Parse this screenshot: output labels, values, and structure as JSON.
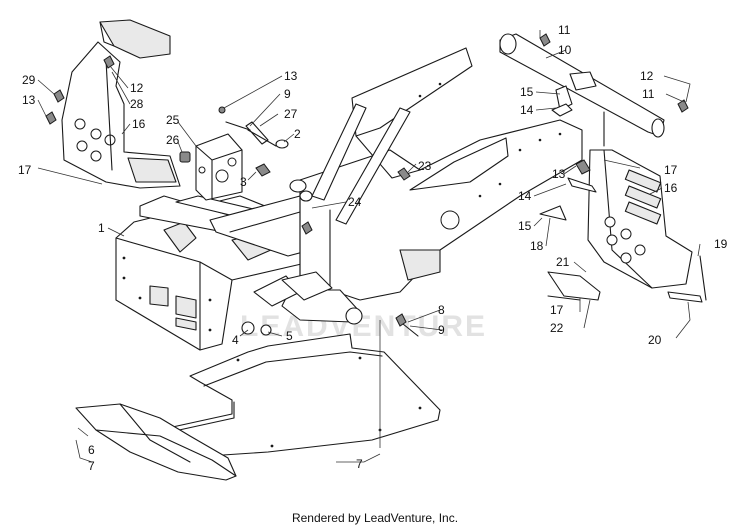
{
  "footer": {
    "text": "Rendered by LeadVenture, Inc."
  },
  "watermark": {
    "text": "LEADVENTURE"
  },
  "callouts": [
    "29",
    "13",
    "17",
    "12",
    "28",
    "16",
    "13",
    "9",
    "27",
    "25",
    "26",
    "2",
    "3",
    "23",
    "24",
    "1",
    "4",
    "5",
    "8",
    "9",
    "6",
    "7",
    "7",
    "11",
    "10",
    "12",
    "11",
    "15",
    "14",
    "13",
    "17",
    "16",
    "14",
    "15",
    "18",
    "21",
    "19",
    "17",
    "22",
    "20"
  ],
  "icons": [
    "part-line-art"
  ]
}
